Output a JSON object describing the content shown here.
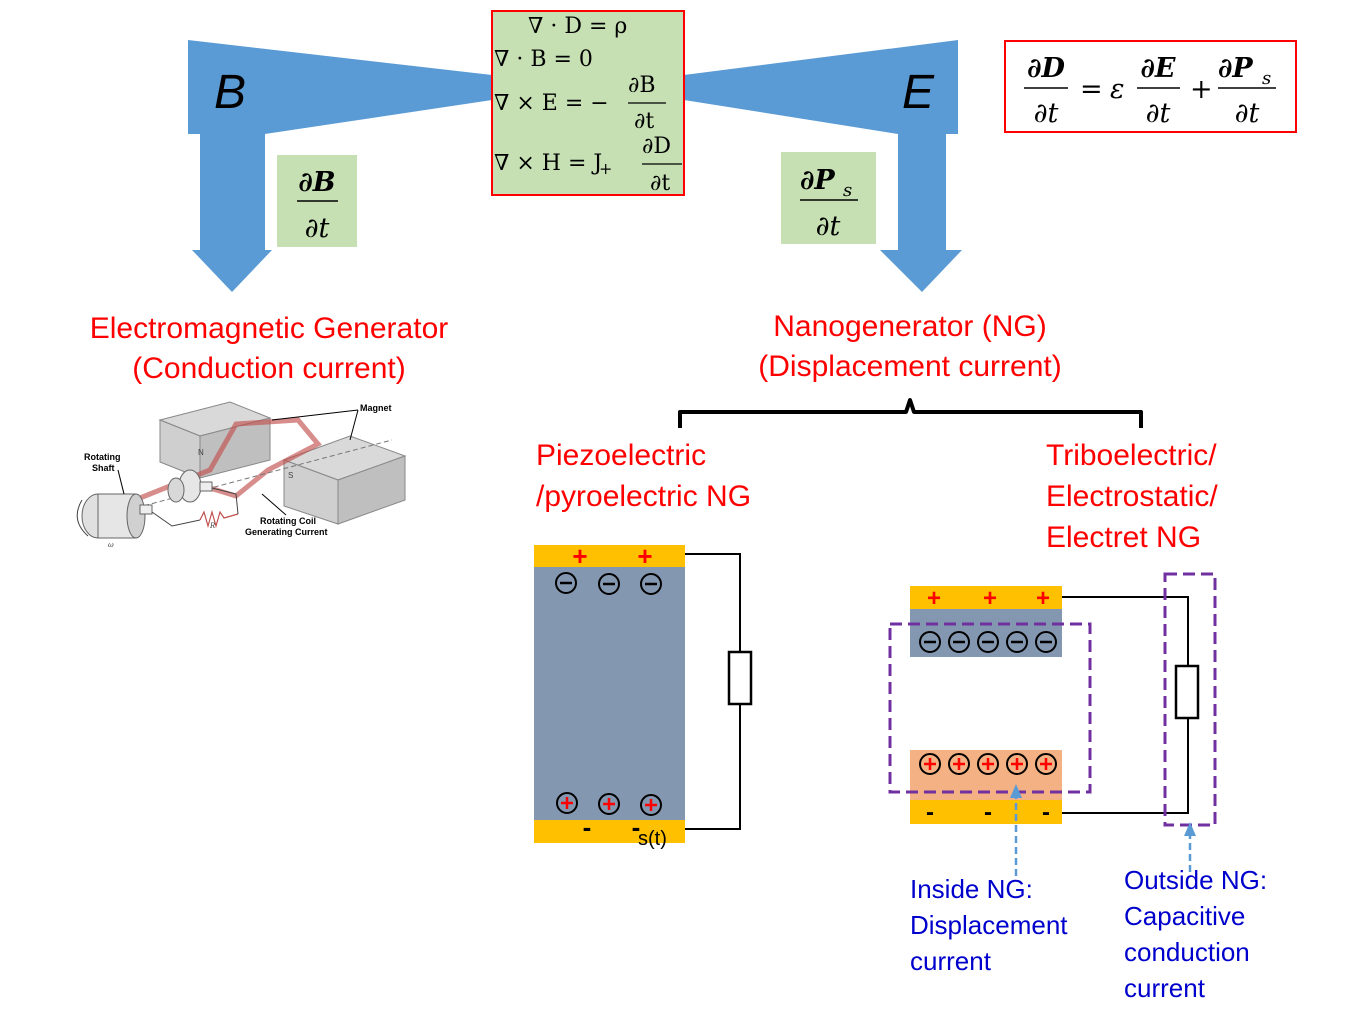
{
  "maxwell": {
    "line1": "∇ · D = ρ",
    "line2": "∇ · B = 0",
    "line3_lhs": "∇ × E = −",
    "line3_num": "∂B",
    "line3_den": "∂t",
    "line4_lhs": "∇ × H = J",
    "line4_plus": "+",
    "line4_num": "∂D",
    "line4_den": "∂t"
  },
  "arrows": {
    "left_letter": "B",
    "right_letter": "E"
  },
  "equation": {
    "lhs_num": "∂D",
    "lhs_den": "∂t",
    "equals": "=",
    "eps": "ε",
    "t1_num": "∂E",
    "t1_den": "∂t",
    "plus": "+",
    "t2_num": "∂P",
    "t2_sub": "s",
    "t2_den": "∂t"
  },
  "left_deriv": {
    "num": "∂B",
    "den": "∂t"
  },
  "right_deriv": {
    "num": "∂P",
    "sub": "s",
    "den": "∂t"
  },
  "emg": {
    "title1": "Electromagnetic Generator",
    "title2": "(Conduction current)",
    "fig_magnet": "Magnet",
    "fig_shaft1": "Rotating",
    "fig_shaft2": "Shaft",
    "fig_coil1": "Rotating Coil",
    "fig_coil2": "Generating Current",
    "fig_N": "N",
    "fig_S": "S",
    "fig_R": "R",
    "fig_omega": "ω"
  },
  "ng": {
    "title1": "Nanogenerator (NG)",
    "title2": "(Displacement current)"
  },
  "piezo": {
    "label1": "Piezoelectric",
    "label2": "/pyroelectric NG",
    "plus": "+",
    "minus": "-",
    "st": "s(t)"
  },
  "tribo": {
    "label1": "Triboelectric/",
    "label2": "Electrostatic/",
    "label3": "Electret NG",
    "plus": "+",
    "minus": "-"
  },
  "inside": {
    "line1": "Inside NG:",
    "line2": "Displacement",
    "line3": "current"
  },
  "outside": {
    "line1": "Outside NG:",
    "line2": "Capacitive",
    "line3": "conduction",
    "line4": "current"
  },
  "colors": {
    "arrow_blue": "#5b9bd5",
    "green_box": "#c6e0b4",
    "red": "#ff0000",
    "gold": "#ffc000",
    "slate": "#8497b0",
    "salmon": "#f4b183",
    "purple": "#7030a0",
    "blue_text": "#0000cc"
  }
}
